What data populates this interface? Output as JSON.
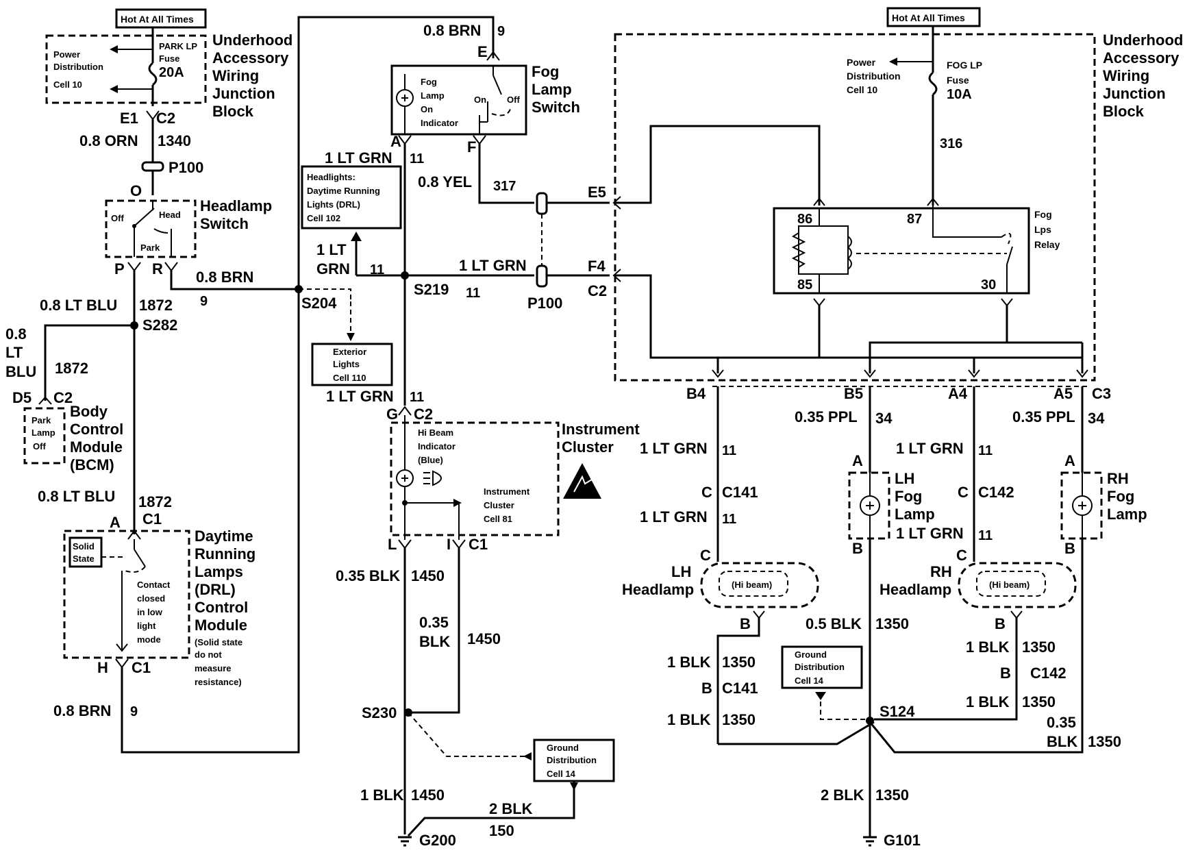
{
  "hot_tags": [
    "Hot At All Times",
    "Hot At All Times"
  ],
  "uajb_left": {
    "title": [
      "Underhood",
      "Accessory",
      "Wiring",
      "Junction",
      "Block"
    ],
    "power_dist": [
      "Power",
      "Distribution",
      "Cell 10"
    ],
    "fuse": [
      "PARK LP",
      "Fuse",
      "20A"
    ]
  },
  "uajb_right": {
    "title": [
      "Underhood",
      "Accessory",
      "Wiring",
      "Junction",
      "Block"
    ],
    "power_dist": [
      "Power",
      "Distribution",
      "Cell 10"
    ],
    "fuse": [
      "FOG LP",
      "Fuse",
      "10A"
    ]
  },
  "headlamp_switch": {
    "title": [
      "Headlamp",
      "Switch"
    ],
    "positions": [
      "Off",
      "Head",
      "Park"
    ]
  },
  "fog_switch": {
    "title": [
      "Fog",
      "Lamp",
      "Switch"
    ],
    "indicator": [
      "Fog",
      "Lamp",
      "On",
      "Indicator"
    ],
    "positions": [
      "On",
      "Off"
    ]
  },
  "bcm": {
    "title": [
      "Body",
      "Control",
      "Module",
      "(BCM)"
    ],
    "inner": [
      "Park",
      "Lamp",
      "Off"
    ]
  },
  "drl": {
    "title": [
      "Daytime",
      "Running",
      "Lamps",
      "(DRL)",
      "Control",
      "Module"
    ],
    "note": [
      "(Solid state",
      "do not",
      "measure",
      "resistance)"
    ],
    "solid": [
      "Solid",
      "State"
    ],
    "contact": [
      "Contact",
      "closed",
      "in low",
      "light",
      "mode"
    ]
  },
  "instrument_cluster": {
    "title": [
      "Instrument",
      "Cluster"
    ],
    "indicator": [
      "Hi Beam",
      "Indicator",
      "(Blue)"
    ],
    "ref": [
      "Instrument",
      "Cluster",
      "Cell 81"
    ]
  },
  "ref_boxes": {
    "headlights_drl": [
      "Headlights:",
      "Daytime Running",
      "Lights (DRL)",
      "Cell 102"
    ],
    "exterior_lights": [
      "Exterior",
      "Lights",
      "Cell 110"
    ],
    "ground_mid": [
      "Ground",
      "Distribution",
      "Cell 14"
    ],
    "ground_right": [
      "Ground",
      "Distribution",
      "Cell 14"
    ]
  },
  "fog_relay": {
    "title": [
      "Fog",
      "Lps",
      "Relay"
    ],
    "pins": [
      "86",
      "87",
      "85",
      "30"
    ]
  },
  "lamps": {
    "lh_headlamp": [
      "LH",
      "Headlamp"
    ],
    "rh_headlamp": [
      "RH",
      "Headlamp"
    ],
    "hi_beam": "(Hi beam)",
    "lh_fog": [
      "LH",
      "Fog",
      "Lamp"
    ],
    "rh_fog": [
      "RH",
      "Fog",
      "Lamp"
    ]
  },
  "wire_labels": {
    "w1": "0.8 ORN",
    "c1340": "1340",
    "w2": "0.8 LT BLU",
    "c1872": "1872",
    "w3a": "0.8",
    "w3b": "LT",
    "w3c": "BLU",
    "c1872b": "1872",
    "w4": "0.8 LT BLU",
    "c1872c": "1872",
    "w5": "0.8 BRN",
    "c9a": "9",
    "w6": "0.8 BRN",
    "c9b": "9",
    "w7": "0.8 BRN",
    "c9c": "9",
    "w8": "1 LT GRN",
    "c11a": "11",
    "w9a": "1 LT",
    "w9b": "GRN",
    "c11b": "11",
    "w10": "1 LT GRN",
    "c11c": "11",
    "c11d": "11",
    "w11": "1 LT GRN",
    "c11e": "11",
    "w12": "0.8 YEL",
    "c317": "317",
    "c316": "316",
    "w13": "0.35 BLK",
    "c1450a": "1450",
    "w14a": "0.35",
    "w14b": "BLK",
    "c1450b": "1450",
    "w15": "1 BLK",
    "c1450c": "1450",
    "w16": "2 BLK",
    "c150": "150",
    "w17": "0.35 PPL",
    "c34a": "34",
    "w18": "0.35 PPL",
    "c34b": "34",
    "w19": "1 LT GRN",
    "c11f": "11",
    "w20": "1 LT GRN",
    "c11g": "11",
    "w21": "1 LT GRN",
    "c11h": "11",
    "w22": "1 LT GRN",
    "c11i": "11",
    "w23": "0.5 BLK",
    "c1350a": "1350",
    "w24": "1 BLK",
    "c1350b": "1350",
    "w25": "1 BLK",
    "c1350c": "1350",
    "w26": "1 BLK",
    "c1350d": "1350",
    "w27": "1 BLK",
    "c1350e": "1350",
    "w28a": "0.35",
    "w28b": "BLK",
    "c1350f": "1350",
    "w29": "2 BLK",
    "c1350g": "1350"
  },
  "pins": {
    "E1": "E1",
    "C2a": "C2",
    "O": "O",
    "P": "P",
    "R": "R",
    "D5": "D5",
    "C2b": "C2",
    "A": "A",
    "C1a": "C1",
    "H": "H",
    "C1b": "C1",
    "E": "E",
    "Ffog": "F",
    "Afog": "A",
    "G": "G",
    "C2c": "C2",
    "L": "L",
    "I": "I",
    "C1c": "C1",
    "E5": "E5",
    "F4": "F4",
    "C2d": "C2",
    "B4": "B4",
    "B5": "B5",
    "A4": "A4",
    "A5": "A5",
    "C3": "C3",
    "Alhf": "A",
    "Blhf": "B",
    "Arhf": "A",
    "Brhf": "B",
    "Clh": "C",
    "Blh": "B",
    "Crh": "C",
    "Brh": "B",
    "Cc141": "C",
    "C141a": "C141",
    "Bc141": "B",
    "C141b": "C141",
    "Cc142": "C",
    "C142a": "C142",
    "Bc142": "B",
    "C142b": "C142"
  },
  "connectors": {
    "p100a": "P100",
    "p100b": "P100"
  },
  "splices": {
    "s282": "S282",
    "s204": "S204",
    "s219": "S219",
    "s230": "S230",
    "s124": "S124"
  },
  "grounds": {
    "g200": "G200",
    "g101": "G101"
  }
}
